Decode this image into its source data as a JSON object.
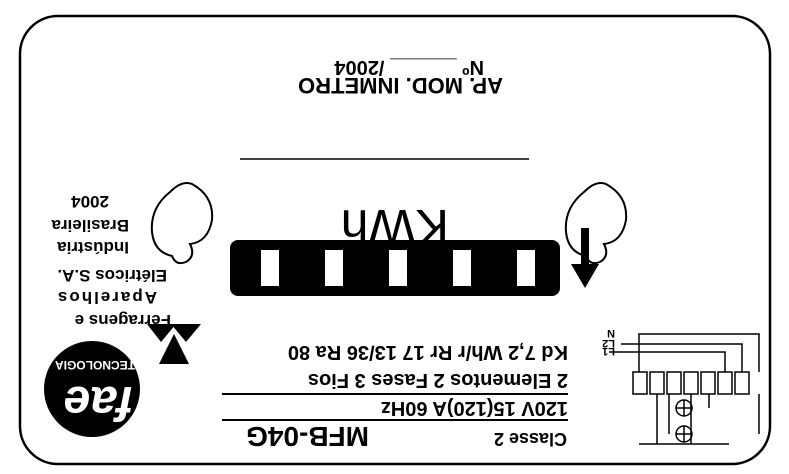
{
  "plate": {
    "approval_line1": "AP. MOD. INMETRO",
    "approval_line2": "Nº ______ /2004",
    "unit_label": "KWh",
    "manufacturer_lines": [
      "Ferragens e",
      "Aparelhos",
      "Elétricos S.A.",
      "Indústria",
      "Brasileira",
      "2004"
    ],
    "logo_text": "fae",
    "logo_subtext": "TECNOLOGIA",
    "spec_line1": "Kd 7,2 Wh/r  Rr 17 13/36  Ra 80",
    "spec_line2": "2 Elementos   2 Fases   3 Fios",
    "spec_line3": "120V          15(120)A     60Hz",
    "model": "MFB-04G",
    "class_label": "Classe 2",
    "terminal_labels": [
      "L1",
      "L2",
      "N"
    ],
    "register_digits": 5
  },
  "colors": {
    "ink": "#000000",
    "paper": "#ffffff"
  },
  "icons": [
    "hole-icon",
    "rotation-arrow-icon",
    "logo-triangles-icon",
    "wiring-diagram-icon"
  ]
}
